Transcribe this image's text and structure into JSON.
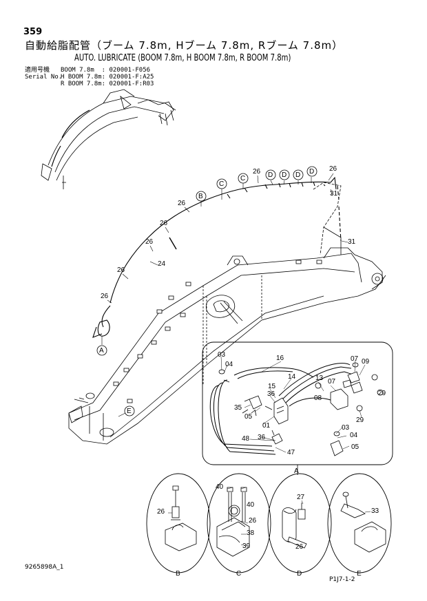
{
  "page_number": "359",
  "title_jp": "自動給脂配管（ブーム 7.8m, Hブーム 7.8m, Rブーム 7.8m）",
  "title_en": "AUTO. LUBRICATE (BOOM 7.8m, H BOOM 7.8m, R BOOM 7.8m)",
  "serial": {
    "label_jp": "適用号機",
    "label_en": "Serial No.",
    "rows": [
      "BOOM 7.8m  : 020001-F056",
      "H BOOM 7.8m: 020001-F:A25",
      "R BOOM 7.8m: 020001-F:R03"
    ]
  },
  "callouts": {
    "letters": [
      "A",
      "B",
      "C",
      "C",
      "D",
      "D",
      "D",
      "D",
      "E"
    ],
    "main_numbers": [
      "26",
      "26",
      "26",
      "26",
      "26",
      "26",
      "26",
      "24",
      "31",
      "31"
    ],
    "detail_a_numbers": [
      "03",
      "04",
      "16",
      "14",
      "15",
      "36",
      "05",
      "01",
      "35",
      "13",
      "08",
      "07",
      "07",
      "09",
      "29",
      "29",
      "48",
      "36",
      "47",
      "03",
      "04",
      "05"
    ],
    "detail_b": [
      "26"
    ],
    "detail_c": [
      "40",
      "40",
      "26",
      "38",
      "39"
    ],
    "detail_d": [
      "27",
      "26"
    ],
    "detail_e": [
      "33"
    ]
  },
  "detail_labels": [
    "A",
    "B",
    "C",
    "D",
    "E"
  ],
  "footer": {
    "drawing_no": "9265898A_1",
    "code": "P1J7-1-2"
  }
}
